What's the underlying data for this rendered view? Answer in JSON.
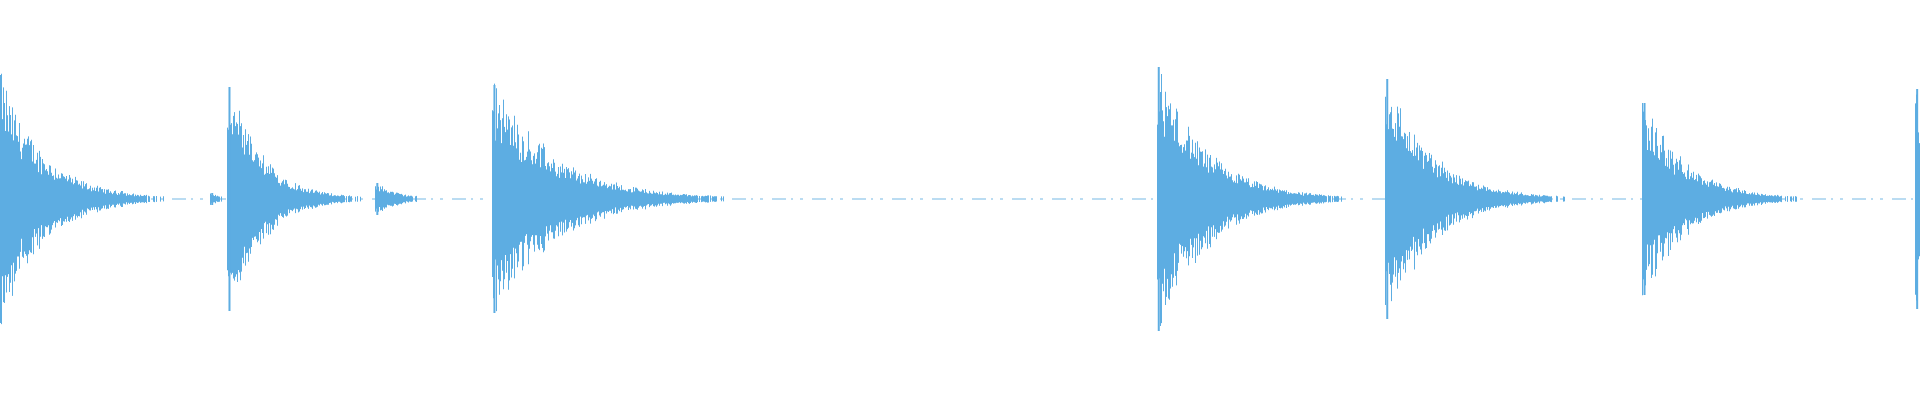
{
  "waveform": {
    "color": "#5DADE2",
    "duration_fraction_note": "",
    "bursts": [
      {
        "position": 0.0,
        "amplitude": 0.62,
        "decay": 0.022
      },
      {
        "position": 0.063,
        "amplitude": 0.04,
        "decay": 0.01
      },
      {
        "position": 0.11,
        "amplitude": 0.03,
        "decay": 0.006
      },
      {
        "position": 0.119,
        "amplitude": 0.56,
        "decay": 0.018
      },
      {
        "position": 0.196,
        "amplitude": 0.08,
        "decay": 0.012
      },
      {
        "position": 0.257,
        "amplitude": 0.57,
        "decay": 0.032
      },
      {
        "position": 0.603,
        "amplitude": 0.66,
        "decay": 0.025
      },
      {
        "position": 0.722,
        "amplitude": 0.6,
        "decay": 0.024
      },
      {
        "position": 0.856,
        "amplitude": 0.48,
        "decay": 0.022
      },
      {
        "position": 0.998,
        "amplitude": 0.55,
        "decay": 0.01
      }
    ],
    "noise_level": 0.012
  }
}
